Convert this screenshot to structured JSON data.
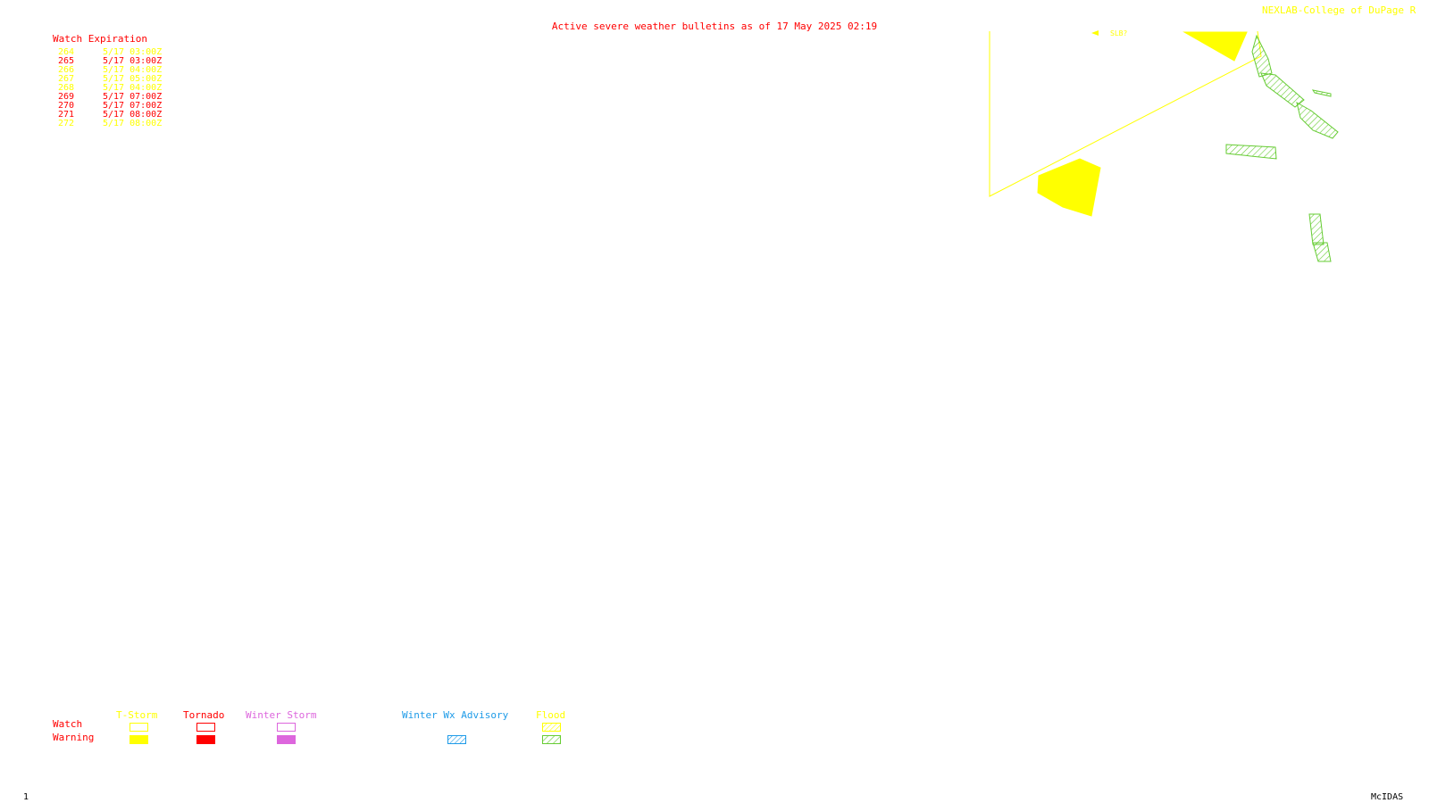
{
  "header": {
    "title": "Active severe weather bulletins as of 17 May 2025 02:19",
    "credit": "NEXLAB-College of DuPage R"
  },
  "watch_expiration": {
    "heading": "Watch Expiration",
    "rows": [
      {
        "id": "264",
        "time": "5/17 03:00Z",
        "color": "#ffff00"
      },
      {
        "id": "265",
        "time": "5/17 03:00Z",
        "color": "#ff0000"
      },
      {
        "id": "266",
        "time": "5/17 04:00Z",
        "color": "#ffff00"
      },
      {
        "id": "267",
        "time": "5/17 05:00Z",
        "color": "#ffff00"
      },
      {
        "id": "268",
        "time": "5/17 04:00Z",
        "color": "#ffff00"
      },
      {
        "id": "269",
        "time": "5/17 07:00Z",
        "color": "#ff0000"
      },
      {
        "id": "270",
        "time": "5/17 07:00Z",
        "color": "#ff0000"
      },
      {
        "id": "271",
        "time": "5/17 08:00Z",
        "color": "#ff0000"
      },
      {
        "id": "272",
        "time": "5/17 08:00Z",
        "color": "#ffff00"
      }
    ]
  },
  "map_labels": {
    "watch_tag": "SLB?"
  },
  "legend": {
    "row_watch": "Watch",
    "row_warning": "Warning",
    "categories": [
      {
        "label": "T-Storm",
        "color": "#ffff00",
        "icon": "tstorm-swatch"
      },
      {
        "label": "Tornado",
        "color": "#ff0000",
        "icon": "tornado-swatch"
      },
      {
        "label": "Winter Storm",
        "color": "#dd66dd",
        "icon": "winter-storm-swatch"
      },
      {
        "label": "Winter Wx Advisory",
        "color": "#1e9be8",
        "icon": "winter-advisory-swatch"
      },
      {
        "label": "Flood",
        "color": "#ffff00",
        "icon": "flood-swatch"
      }
    ],
    "flood_hatch_color": "#66cc33"
  },
  "footer": {
    "frame_number": "1",
    "software": "McIDAS"
  }
}
